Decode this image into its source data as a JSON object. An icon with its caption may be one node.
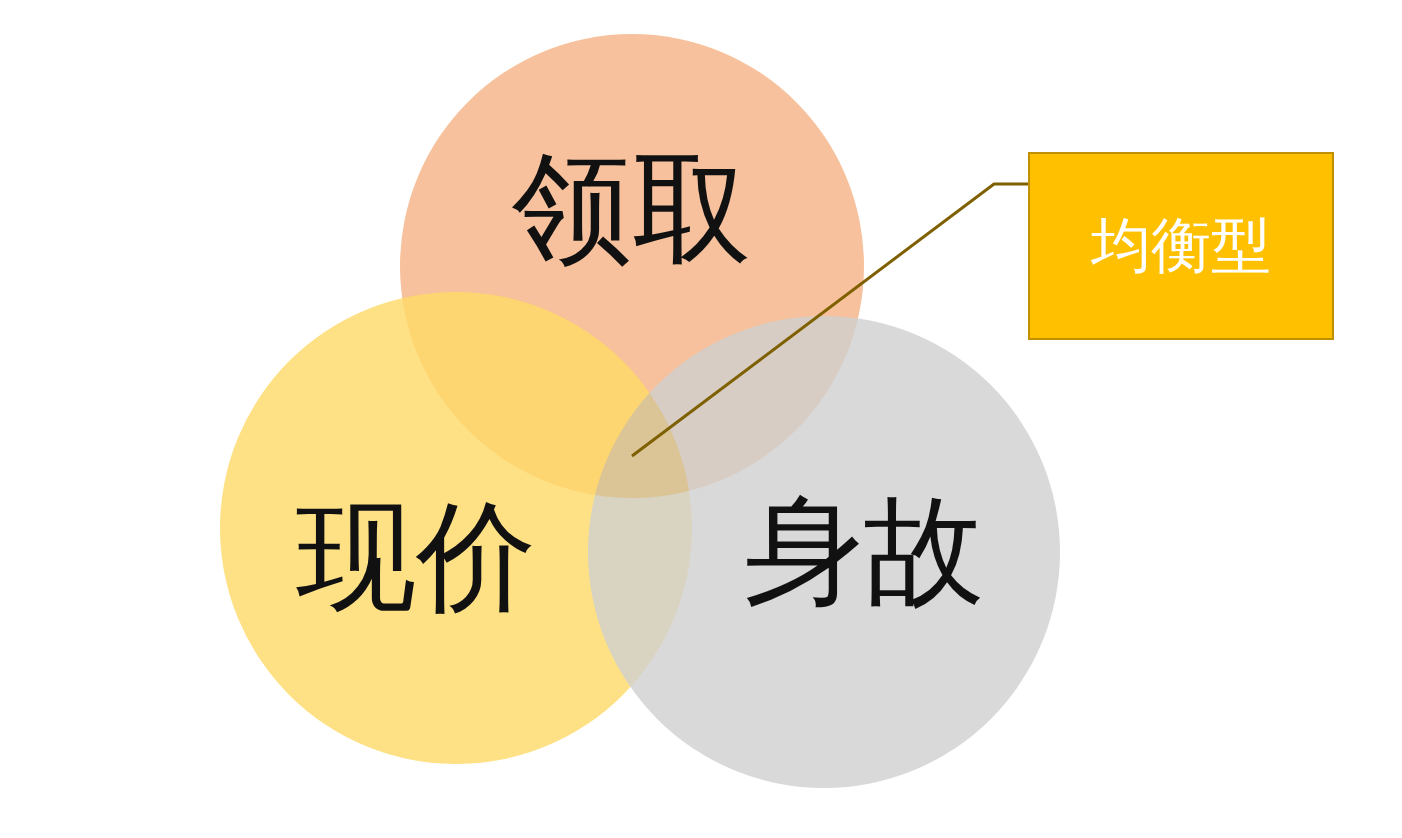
{
  "diagram": {
    "nodes": [
      {
        "text": [
          "领取"
        ]
      },
      {
        "text": [
          "现价"
        ]
      },
      {
        "text": [
          "身故"
        ]
      },
      {
        "text": [
          "均衡型"
        ]
      },
      {
        "text": [],
        "shape": "region"
      }
    ],
    "edges": [
      {
        "from": 3,
        "to": 4,
        "arrow": "none"
      }
    ]
  }
}
